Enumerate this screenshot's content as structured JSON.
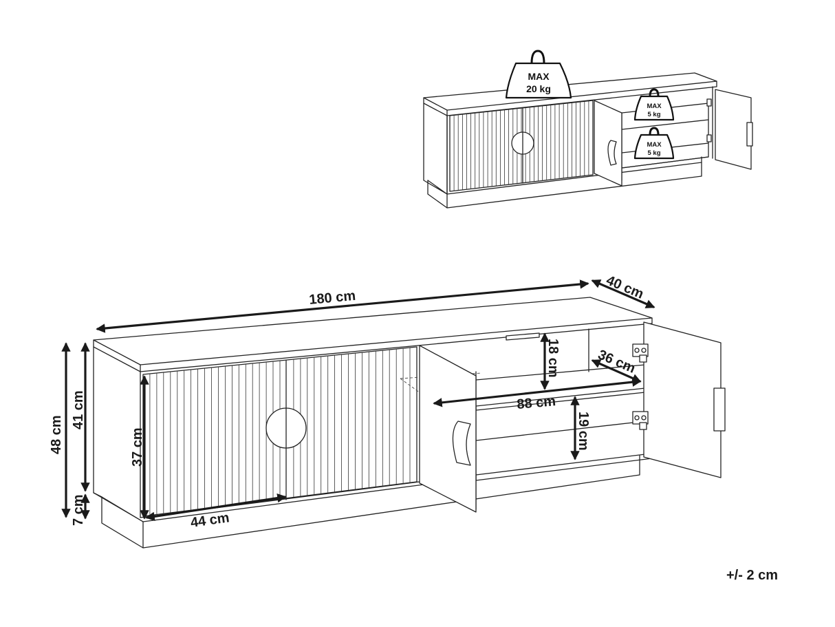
{
  "weights": {
    "top": {
      "line1": "MAX",
      "line2": "20 kg"
    },
    "shelf_upper": {
      "line1": "MAX",
      "line2": "5 kg"
    },
    "shelf_lower": {
      "line1": "MAX",
      "line2": "5 kg"
    }
  },
  "dimensions": {
    "width": "180 cm",
    "depth": "40 cm",
    "total_height": "48 cm",
    "body_height": "41 cm",
    "base_height": "7 cm",
    "door_height": "37 cm",
    "door_width": "44 cm",
    "compartment_upper_height": "18 cm",
    "compartment_lower_height": "19 cm",
    "inner_depth": "36 cm",
    "inner_width": "88 cm"
  },
  "tolerance": "+/- 2 cm"
}
